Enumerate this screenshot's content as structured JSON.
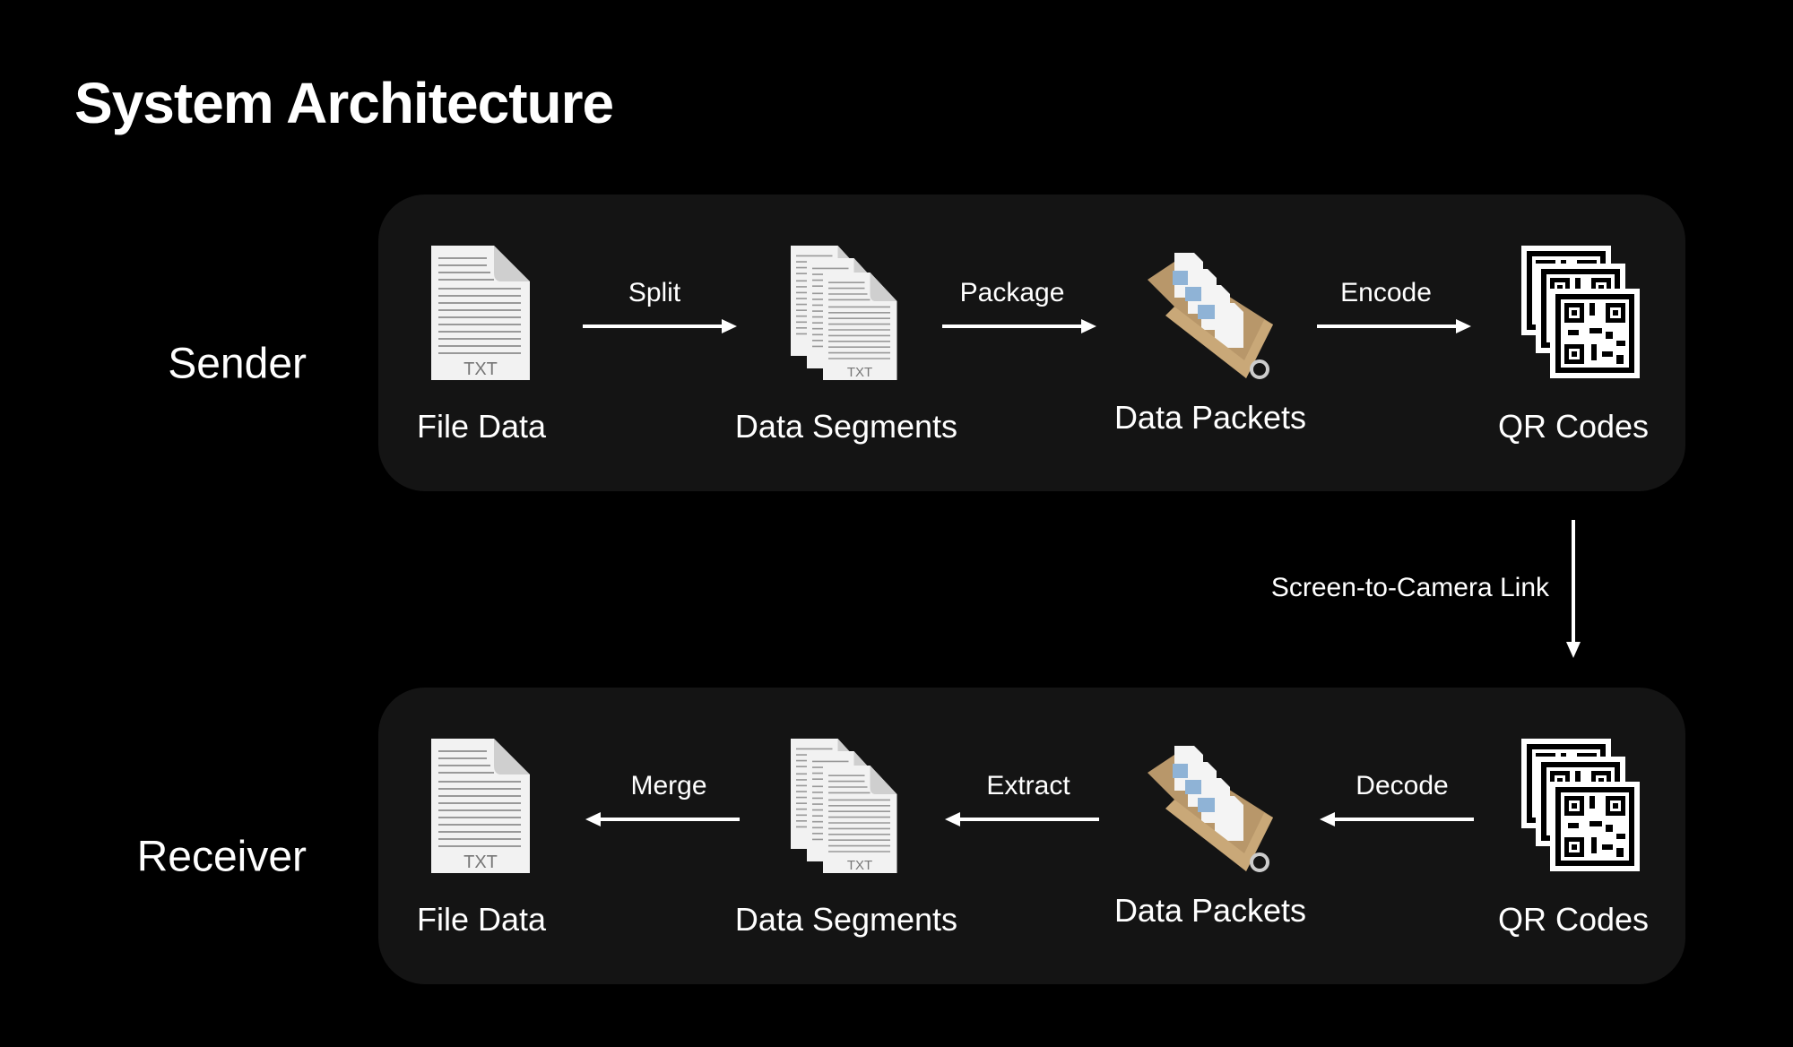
{
  "title": "System Architecture",
  "link_label": "Screen-to-Camera Link",
  "sender": {
    "label": "Sender",
    "nodes": [
      {
        "label": "File Data",
        "icon": "text-file-icon"
      },
      {
        "label": "Data Segments",
        "icon": "stacked-files-icon"
      },
      {
        "label": "Data Packets",
        "icon": "archive-box-icon"
      },
      {
        "label": "QR Codes",
        "icon": "qr-codes-icon"
      }
    ],
    "arrows": [
      "Split",
      "Package",
      "Encode"
    ]
  },
  "receiver": {
    "label": "Receiver",
    "nodes": [
      {
        "label": "File Data",
        "icon": "text-file-icon"
      },
      {
        "label": "Data Segments",
        "icon": "stacked-files-icon"
      },
      {
        "label": "Data Packets",
        "icon": "archive-box-icon"
      },
      {
        "label": "QR Codes",
        "icon": "qr-codes-icon"
      }
    ],
    "arrows": [
      "Merge",
      "Extract",
      "Decode"
    ]
  },
  "file_tag": "TXT",
  "colors": {
    "background": "#000000",
    "panel": "#141414",
    "text": "#ffffff"
  }
}
